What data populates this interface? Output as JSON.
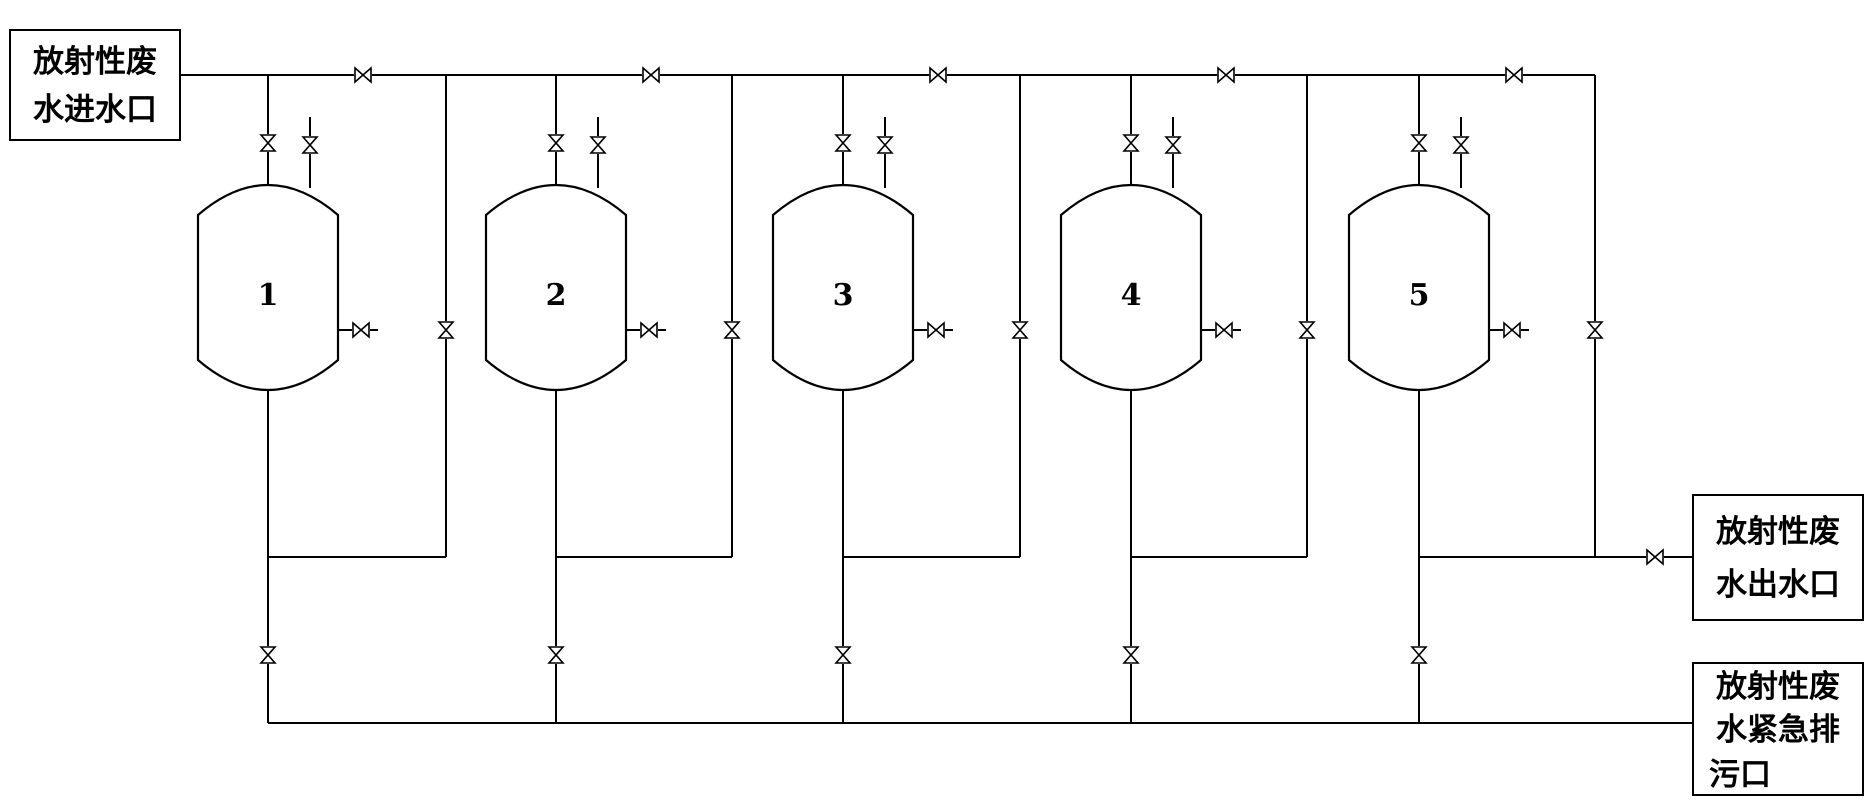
{
  "inlet": {
    "lines": [
      "放射性废",
      "水进水口"
    ]
  },
  "outlet": {
    "lines": [
      "放射性废",
      "水出水口"
    ]
  },
  "drain": {
    "lines": [
      "放射性废",
      "水紧急排",
      "污口"
    ]
  },
  "tanks": [
    {
      "label": "1"
    },
    {
      "label": "2"
    },
    {
      "label": "3"
    },
    {
      "label": "4"
    },
    {
      "label": "5"
    }
  ]
}
